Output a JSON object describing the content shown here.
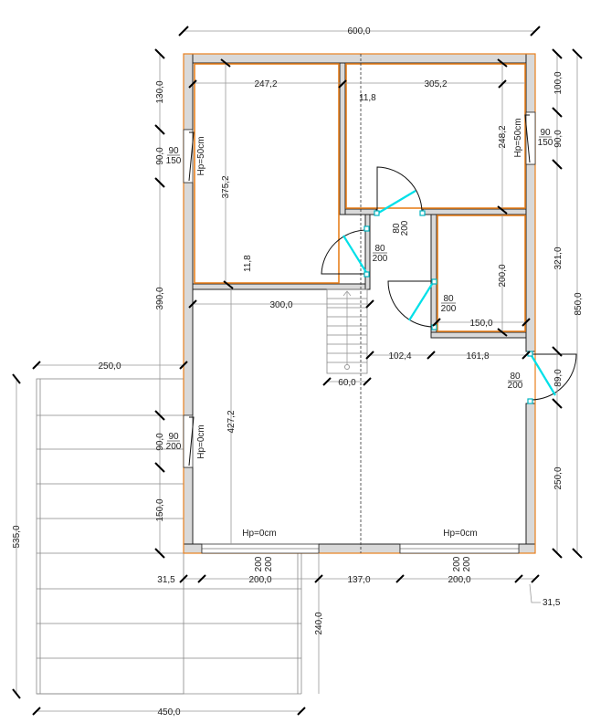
{
  "colors": {
    "wall": "#d9d9d9",
    "insulation": "#e8801e",
    "door": "#00e0e8"
  },
  "dimensions": {
    "total_width": "600,0",
    "room1_width": "247,2",
    "room2_width": "305,2",
    "wall_top": "11,8",
    "wall_left": "11,8",
    "room1_height": "375,2",
    "room2_height": "248,2",
    "left_top": "130,0",
    "left_win1": "90,0",
    "left_mid": "390,0",
    "left_win2": "90,0",
    "left_low": "150,0",
    "right_top": "100,0",
    "right_win": "90,0",
    "right_mid": "321,0",
    "total_height": "850,0",
    "right_low": "250,0",
    "right_door": "89,0",
    "bath_height": "200,0",
    "bath_width": "150,0",
    "hall_width": "300,0",
    "stair_width": "60,0",
    "gap1": "102,4",
    "gap2": "161,8",
    "living_height": "427,2",
    "terrace_width_top": "250,0",
    "terrace_height": "535,0",
    "terrace_step": "240,0",
    "terrace_width": "450,0",
    "bottom_left": "31,5",
    "bottom_win1": "200,0",
    "bottom_mid": "137,0",
    "bottom_win2": "200,0",
    "bottom_right": "31,5"
  },
  "openings": {
    "win_left_top": {
      "w": "90",
      "h": "150",
      "sill": "Hp=50cm"
    },
    "win_right_top": {
      "w": "90",
      "h": "150",
      "sill": "Hp=50cm"
    },
    "win_left_low": {
      "w": "90",
      "h": "200",
      "sill": "Hp=0cm"
    },
    "win_bottom_left": {
      "w": "200",
      "h": "200",
      "sill": "Hp=0cm"
    },
    "win_bottom_right": {
      "w": "200",
      "h": "200",
      "sill": "Hp=0cm"
    },
    "door_room2": {
      "w": "80",
      "h": "200"
    },
    "door_room1": {
      "w": "80",
      "h": "200"
    },
    "door_bath": {
      "w": "80",
      "h": "200"
    },
    "door_entry": {
      "w": "80",
      "h": "200"
    }
  }
}
